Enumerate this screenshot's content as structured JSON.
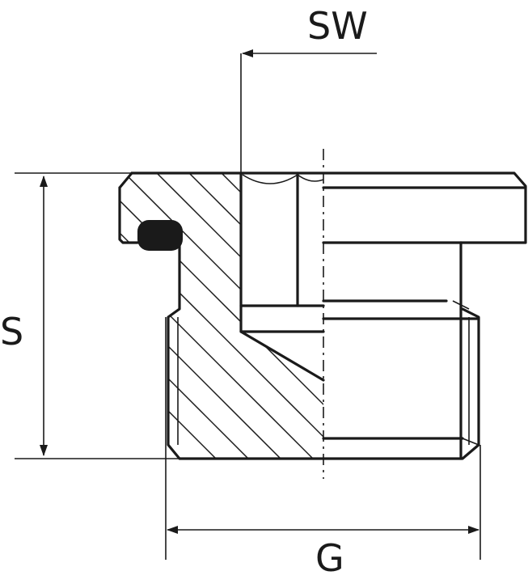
{
  "dimensions": {
    "sw_label": "SW",
    "s_label": "S",
    "g_label": "G"
  }
}
